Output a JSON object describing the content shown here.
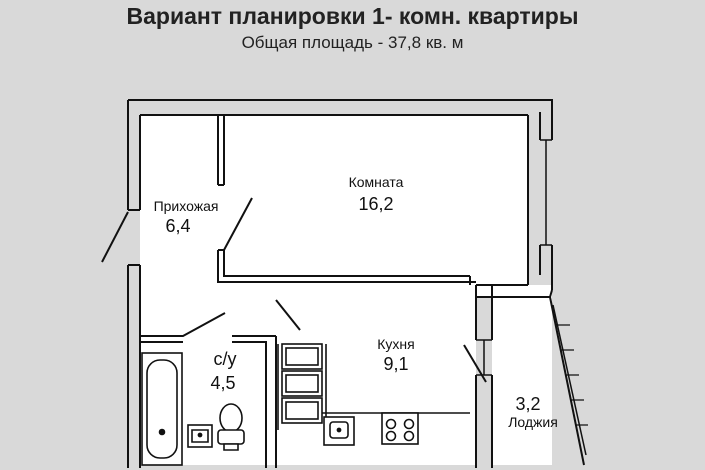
{
  "header": {
    "title": "Вариант планировки 1- комн. квартиры",
    "subtitle": "Общая площадь - 37,8 кв. м"
  },
  "rooms": {
    "room": {
      "name": "Комната",
      "area": "16,2"
    },
    "hall": {
      "name": "Прихожая",
      "area": "6,4"
    },
    "bath": {
      "name": "с/у",
      "area": "4,5"
    },
    "kitchen": {
      "name": "Кухня",
      "area": "9,1"
    },
    "loggia": {
      "area": "3,2",
      "name": "Лоджия"
    }
  }
}
